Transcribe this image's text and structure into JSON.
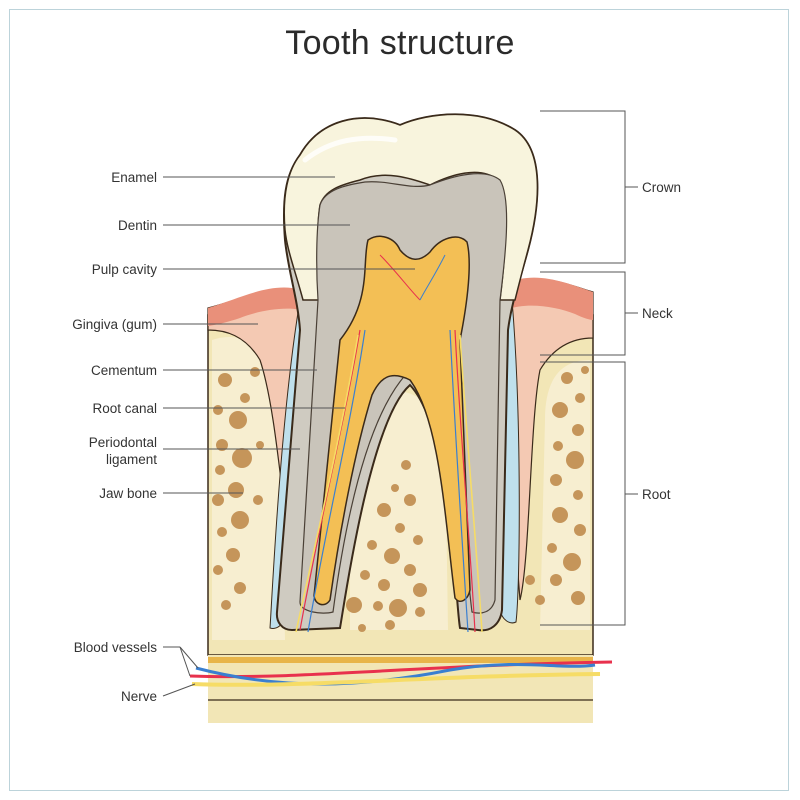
{
  "title": "Tooth structure",
  "labels_left": {
    "enamel": "Enamel",
    "dentin": "Dentin",
    "pulp_cavity": "Pulp cavity",
    "gingiva": "Gingiva (gum)",
    "cementum": "Cementum",
    "root_canal": "Root canal",
    "periodontal_1": "Periodontal",
    "periodontal_2": "ligament",
    "jaw_bone": "Jaw bone",
    "blood_vessels": "Blood vessels",
    "nerve": "Nerve"
  },
  "labels_right": {
    "crown": "Crown",
    "neck": "Neck",
    "root": "Root"
  },
  "colors": {
    "enamel": "#f8f4dd",
    "dentin": "#cfcbc1",
    "pulp": "#f3bf55",
    "gum": "#f4c9b3",
    "gum_top": "#e9907a",
    "bone": "#f2e6b6",
    "bone_spots": "#c5955a",
    "ligament": "#bfe0ec",
    "artery": "#e8314d",
    "vein": "#3a7fd0",
    "nerve": "#f6dc66",
    "outline": "#3a2a1a"
  }
}
